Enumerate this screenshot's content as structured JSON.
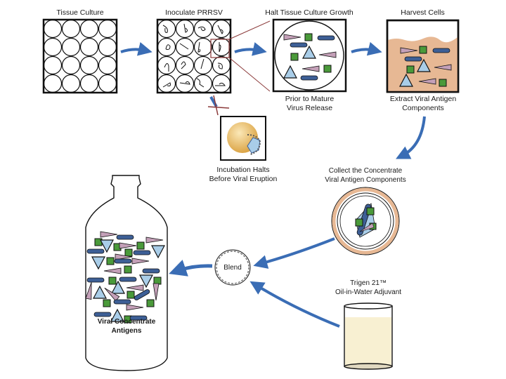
{
  "steps": {
    "tissue_culture": {
      "title": "Tissue Culture"
    },
    "inoculate": {
      "title": "Inoculate PRRSV"
    },
    "halt": {
      "title": "Halt Tissue Culture Growth",
      "caption_line1": "Prior to Mature",
      "caption_line2": "Virus Release"
    },
    "harvest": {
      "title": "Harvest Cells",
      "caption_line1": "Extract Viral Antigen",
      "caption_line2": "Components"
    },
    "incubation": {
      "caption_line1": "Incubation Halts",
      "caption_line2": "Before Viral Eruption"
    },
    "collect": {
      "title_line1": "Collect the Concentrate",
      "title_line2": "Viral Antigen Components"
    },
    "blend": {
      "label": "Blend"
    },
    "adjuvant": {
      "title_line1": "Trigen 21™",
      "title_line2": "Oil-in-Water Adjuvant"
    },
    "bottle": {
      "label_line1": "Viral Concentrate",
      "label_line2": "Antigens"
    }
  },
  "colors": {
    "arrow": "#3a6db5",
    "antigen_green": "#4a9a3a",
    "antigen_blue_bar": "#3d5f96",
    "antigen_triangle": "#a9cde8",
    "antigen_wedge": "#c4a0b8",
    "harvest_fluid": "#e7b894",
    "adjuvant_fluid": "#f8f0d2",
    "cell_gold": "#e9b85c",
    "zoom_line": "#8b3a3a"
  }
}
